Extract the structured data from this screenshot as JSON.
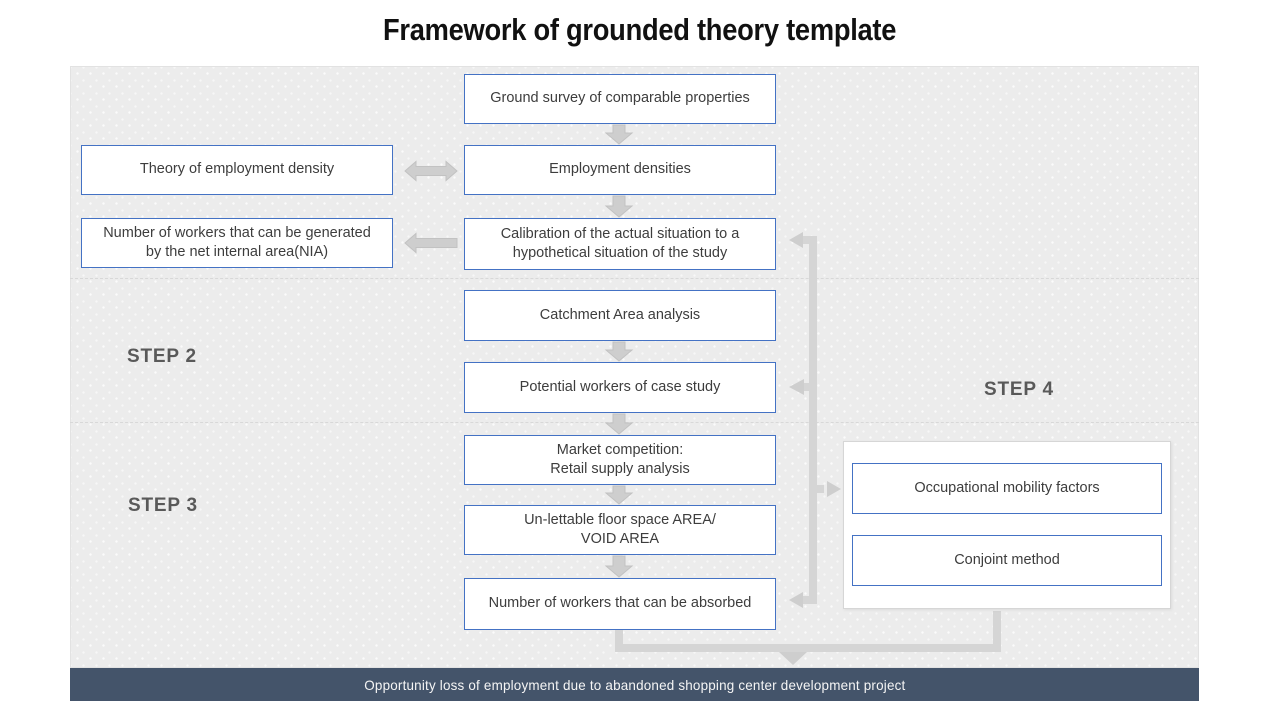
{
  "title": "Framework of grounded theory template",
  "steps": {
    "step2": "STEP 2",
    "step3": "STEP 3",
    "step4": "STEP 4"
  },
  "flow": {
    "ground_survey": "Ground survey of comparable properties",
    "employment_densities": "Employment densities",
    "calibration": "Calibration of the actual situation to a hypothetical situation of the study",
    "catchment": "Catchment Area analysis",
    "potential_workers": "Potential workers of case study",
    "market_competition": "Market competition:\nRetail supply analysis",
    "unlettable": "Un-lettable floor space AREA/\nVOID AREA",
    "absorbed": "Number of workers that can be absorbed"
  },
  "left_column": {
    "theory": "Theory of employment density",
    "nia": "Number of workers that can be generated by the net internal area(NIA)"
  },
  "right_group": {
    "occupational": "Occupational mobility factors",
    "conjoint": "Conjoint method"
  },
  "footer": "Opportunity loss of employment due to abandoned shopping center development project",
  "colors": {
    "box_border": "#4472c4",
    "footer_bg": "#44546a",
    "panel_bg": "#ececec",
    "arrow_fill": "#cecece",
    "connector": "#d5d5d5",
    "step_label": "#595959"
  }
}
